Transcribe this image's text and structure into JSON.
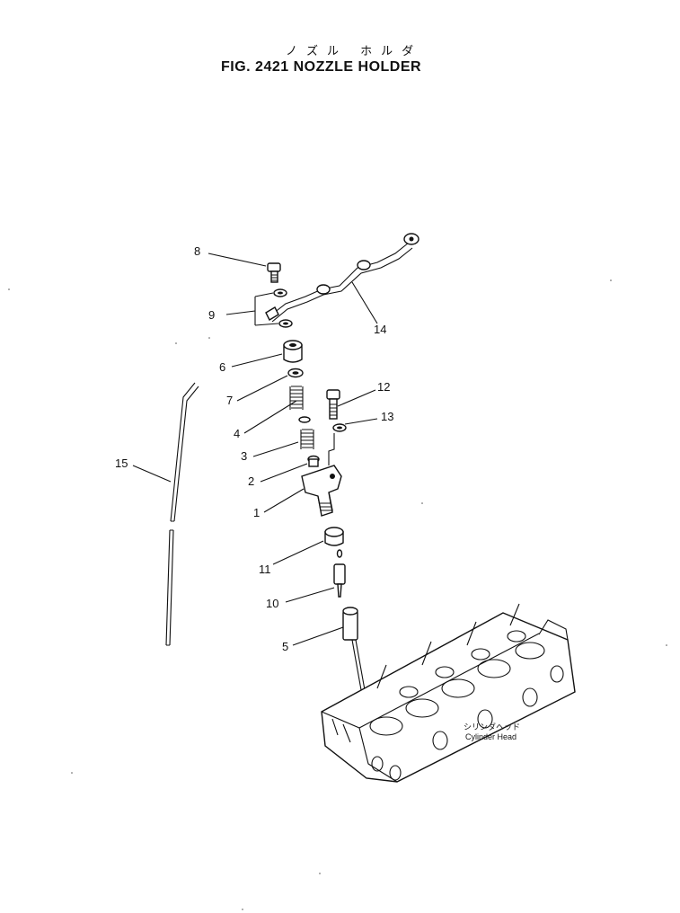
{
  "header": {
    "kana_title": "ノズル ホルダ",
    "figure_title": "FIG. 2421  NOZZLE HOLDER"
  },
  "callouts": {
    "c1": "1",
    "c2": "2",
    "c3": "3",
    "c4": "4",
    "c5": "5",
    "c6": "6",
    "c7": "7",
    "c8": "8",
    "c9": "9",
    "c10": "10",
    "c11": "11",
    "c12": "12",
    "c13": "13",
    "c14": "14",
    "c15": "15"
  },
  "cylinder_head": {
    "label_kana": "シリンダヘッド",
    "label_en": "Cylinder Head"
  }
}
